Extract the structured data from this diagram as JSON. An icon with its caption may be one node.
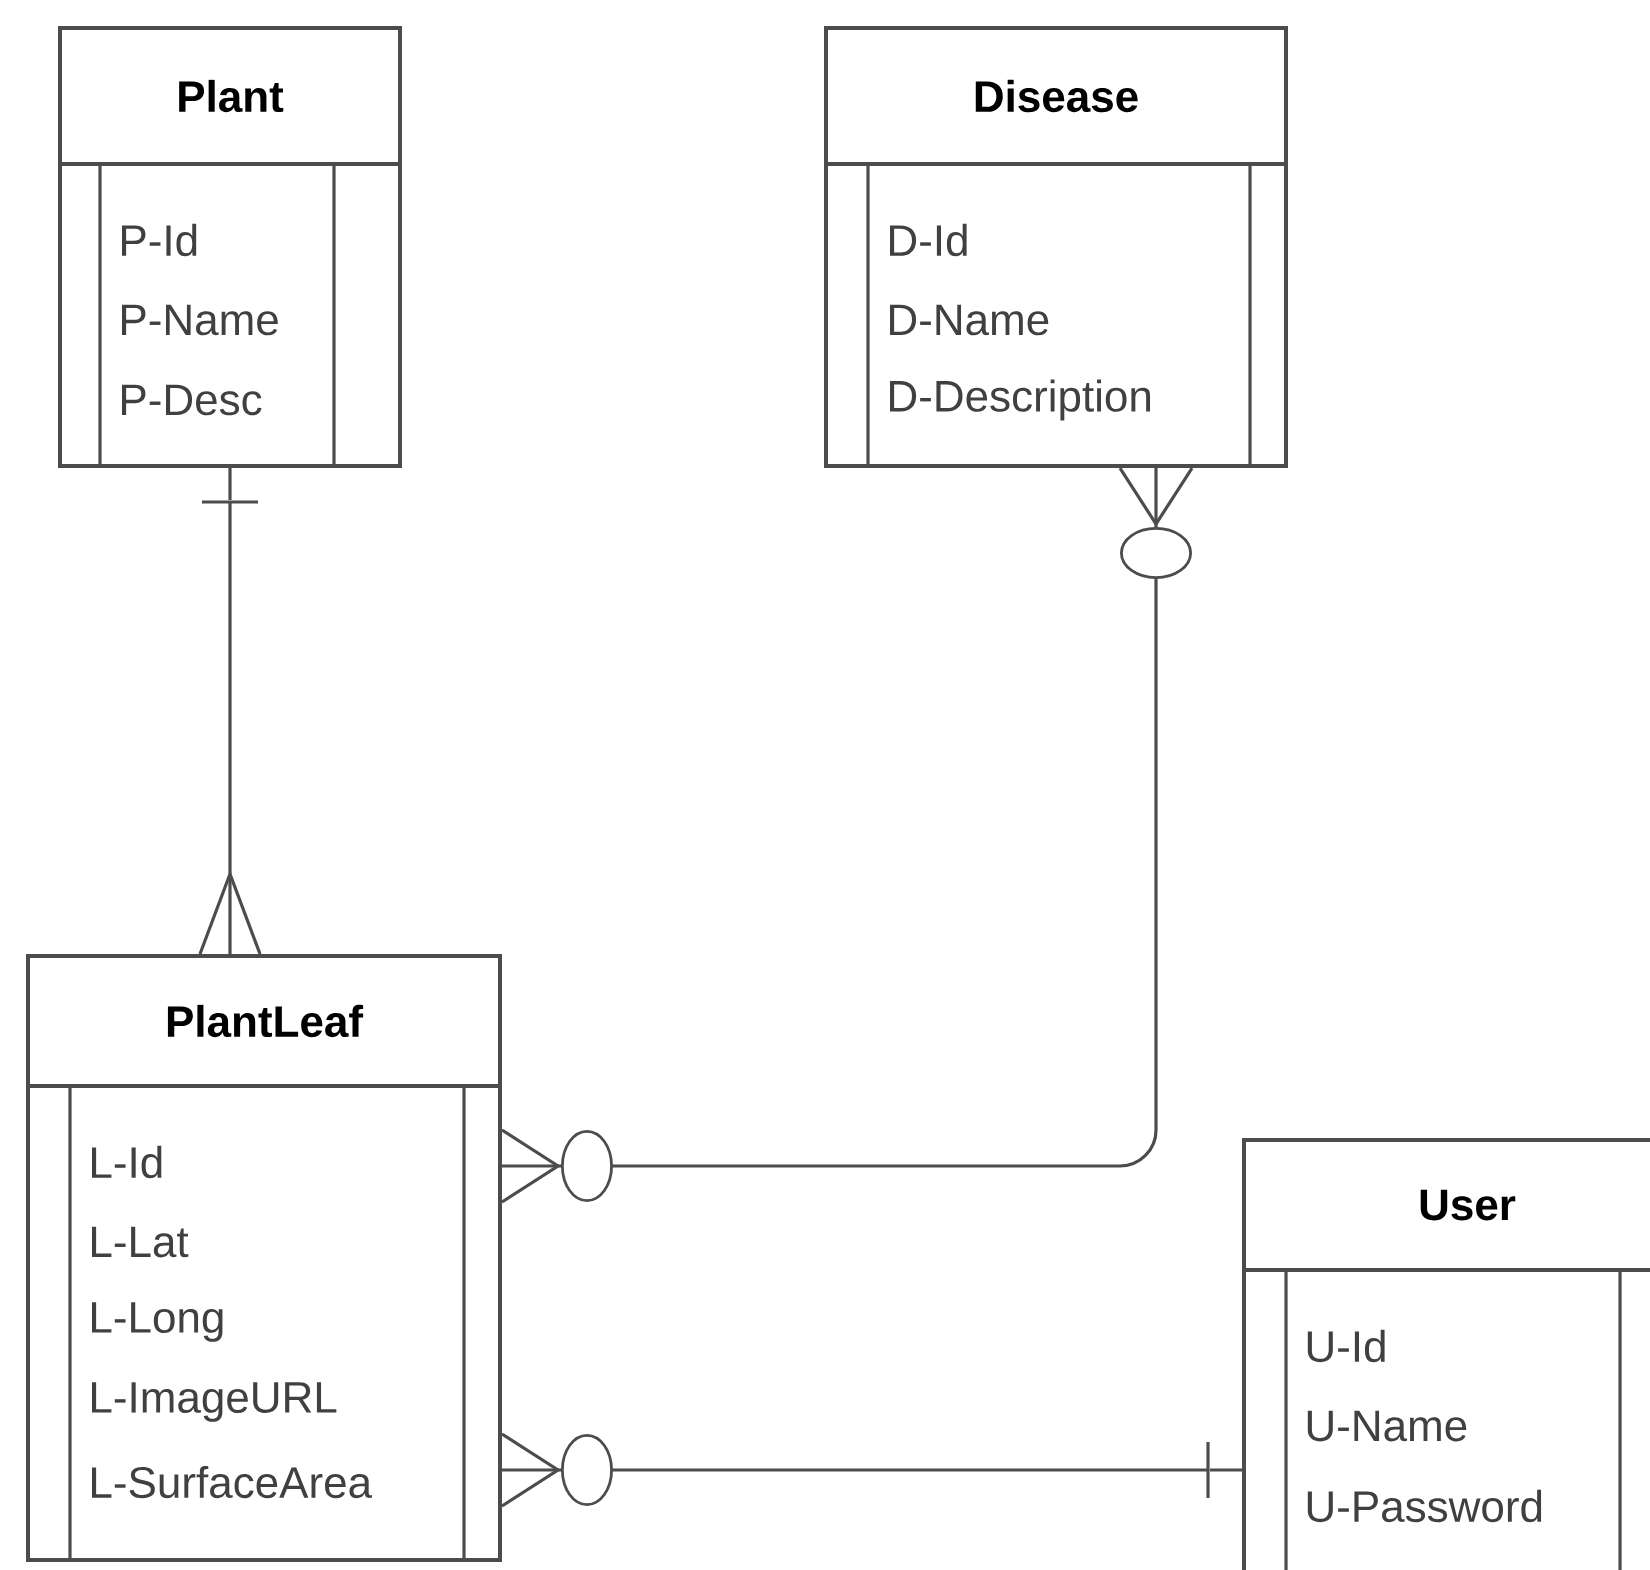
{
  "diagram": {
    "nodes": [
      {
        "text": [
          "Plant",
          "P-Id",
          "P-Name",
          "P-Desc"
        ]
      },
      {
        "text": [
          "Disease",
          "D-Id",
          "D-Name",
          "D-Description"
        ]
      },
      {
        "text": [
          "PlantLeaf",
          "L-Id",
          "L-Lat",
          "L-Long",
          "L-ImageURL",
          "L-SurfaceArea"
        ]
      },
      {
        "text": [
          "User",
          "U-Id",
          "U-Name",
          "U-Password"
        ]
      }
    ],
    "edges": [
      {
        "from": 0,
        "to": 2,
        "arrow": "other"
      },
      {
        "from": 1,
        "to": 2,
        "arrow": "other"
      },
      {
        "from": 2,
        "to": 3,
        "arrow": "other"
      }
    ]
  }
}
